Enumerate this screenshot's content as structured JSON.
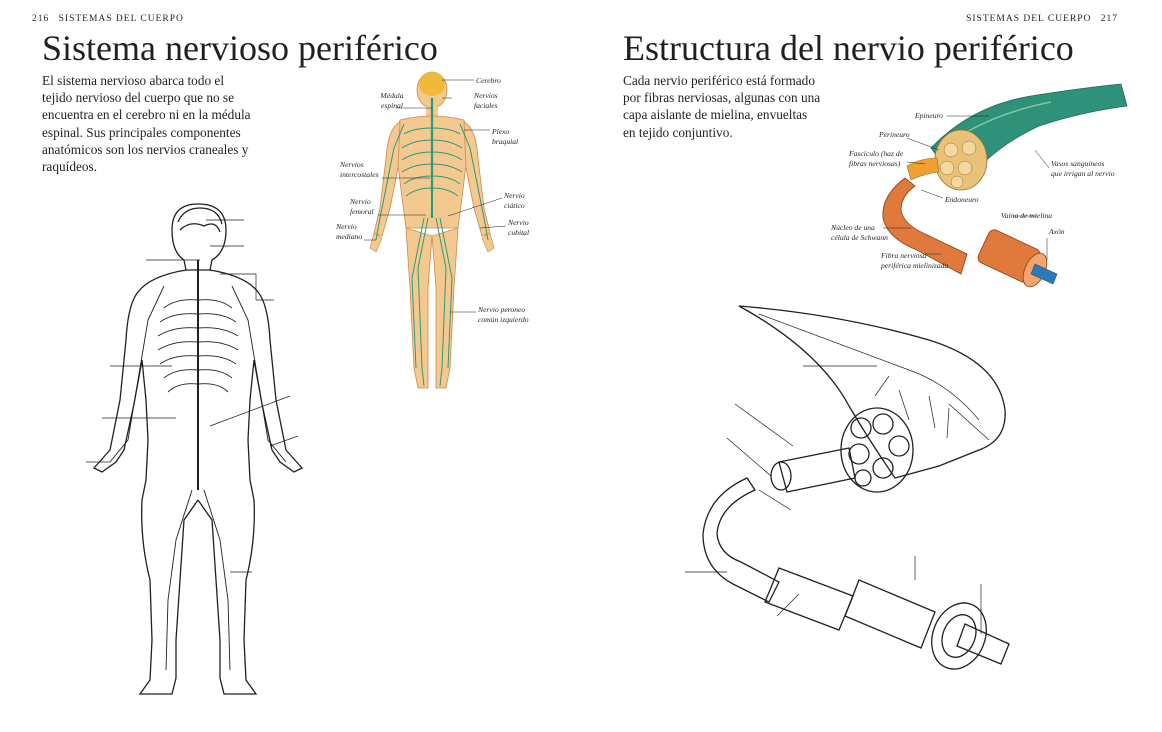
{
  "left_page": {
    "page_number": "216",
    "running_head": "SISTEMAS DEL CUERPO",
    "title": "Sistema nervioso periférico",
    "intro": "El sistema nervioso abarca todo el tejido nervioso del cuerpo que no se encuentra en el cerebro ni en la médula espinal. Sus principales componentes anatómicos son los nervios craneales y raquídeos.",
    "figure_labels": {
      "cerebro": "Cerebro",
      "medula_1": "Médula",
      "medula_2": "espinal",
      "faciales_1": "Nervios",
      "faciales_2": "faciales",
      "plexo_1": "Plexo",
      "plexo_2": "braquial",
      "intercostales_1": "Nervios",
      "intercostales_2": "intercostales",
      "femoral_1": "Nervio",
      "femoral_2": "femoral",
      "ciatico_1": "Nervio",
      "ciatico_2": "ciático",
      "cubital_1": "Nervio",
      "cubital_2": "cubital",
      "mediano_1": "Nervio",
      "mediano_2": "mediano",
      "peroneo_1": "Nervio peroneo",
      "peroneo_2": "común izquierdo"
    }
  },
  "right_page": {
    "page_number": "217",
    "running_head": "SISTEMAS DEL CUERPO",
    "title": "Estructura del nervio periférico",
    "intro": "Cada nervio periférico está formado por fibras nerviosas, algunas con una capa aislante de mielina, envueltas en tejido conjuntivo.",
    "figure_labels": {
      "epineuro": "Epineuro",
      "perineuro": "Perineuro",
      "fasciculo_1": "Fascículo (haz de",
      "fasciculo_2": "fibras nerviosas)",
      "vasos_1": "Vasos sanguíneos",
      "vasos_2": "que irrigan al nervio",
      "endoneuro": "Endoneuro",
      "vaina": "Vaina de mielina",
      "nucleo_1": "Núcleo de una",
      "nucleo_2": "célula de Schwann",
      "axon": "Axón",
      "fibra_1": "Fibra nerviosa",
      "fibra_2": "periférica mielinizada"
    }
  },
  "colors": {
    "skin": "#f3c990",
    "nerve": "#2e9a7a",
    "brain": "#f0b93a",
    "epineurium": "#2f9179",
    "myelin": "#e07a3c",
    "axon": "#2c79b8",
    "ink": "#231f20"
  }
}
